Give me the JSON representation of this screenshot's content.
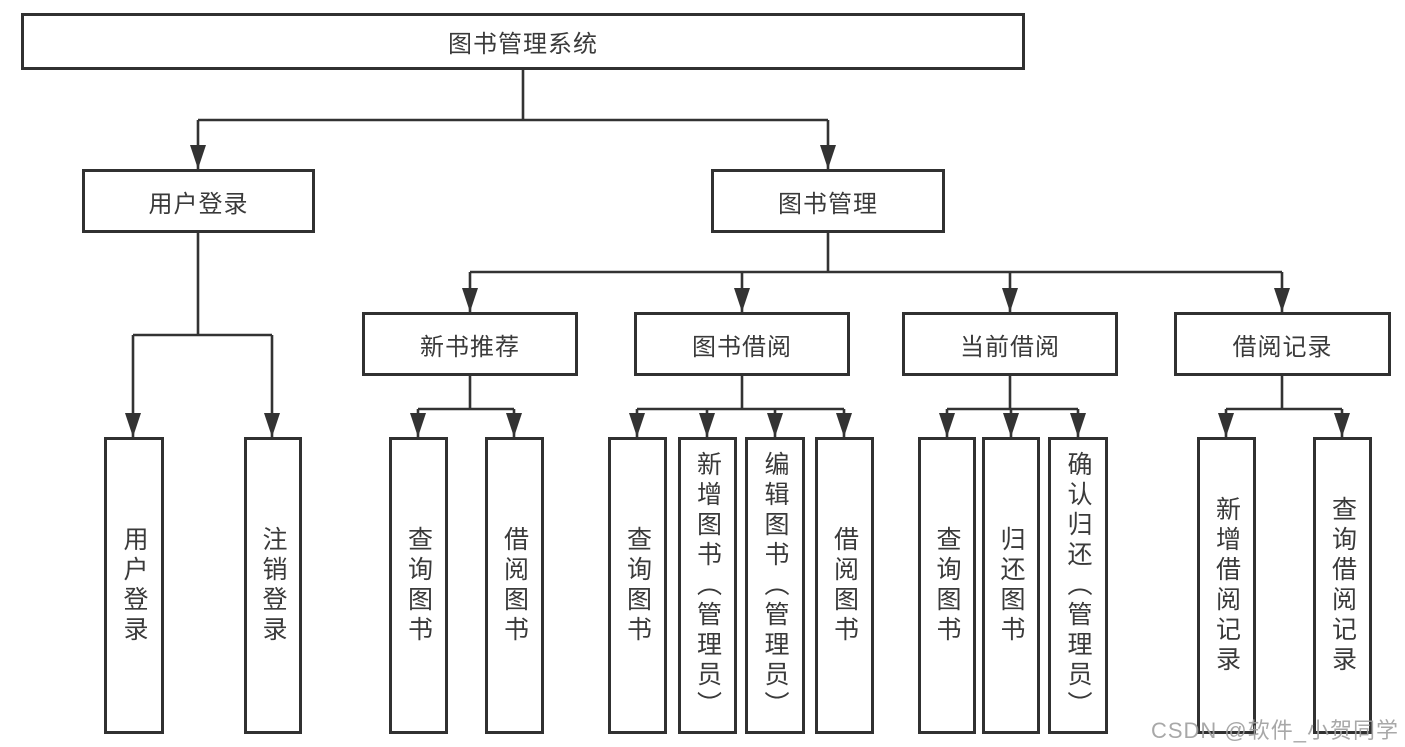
{
  "diagram": {
    "root": "图书管理系统",
    "branches": [
      {
        "label": "用户登录",
        "children": [
          "用户登录",
          "注销登录"
        ]
      },
      {
        "label": "图书管理",
        "groups": [
          {
            "label": "新书推荐",
            "children": [
              "查询图书",
              "借阅图书"
            ]
          },
          {
            "label": "图书借阅",
            "children": [
              "查询图书",
              "新增图书（管理员）",
              "编辑图书（管理员）",
              "借阅图书"
            ]
          },
          {
            "label": "当前借阅",
            "children": [
              "查询图书",
              "归还图书",
              "确认归还（管理员）"
            ]
          },
          {
            "label": "借阅记录",
            "children": [
              "新增借阅记录",
              "查询借阅记录"
            ]
          }
        ]
      }
    ]
  },
  "watermark": "CSDN @软件_小贺同学",
  "colors": {
    "line": "#333333",
    "box_border": "#313131",
    "text": "#3a3a3a",
    "watermark": "#9f9f9f",
    "background": "#ffffff"
  }
}
